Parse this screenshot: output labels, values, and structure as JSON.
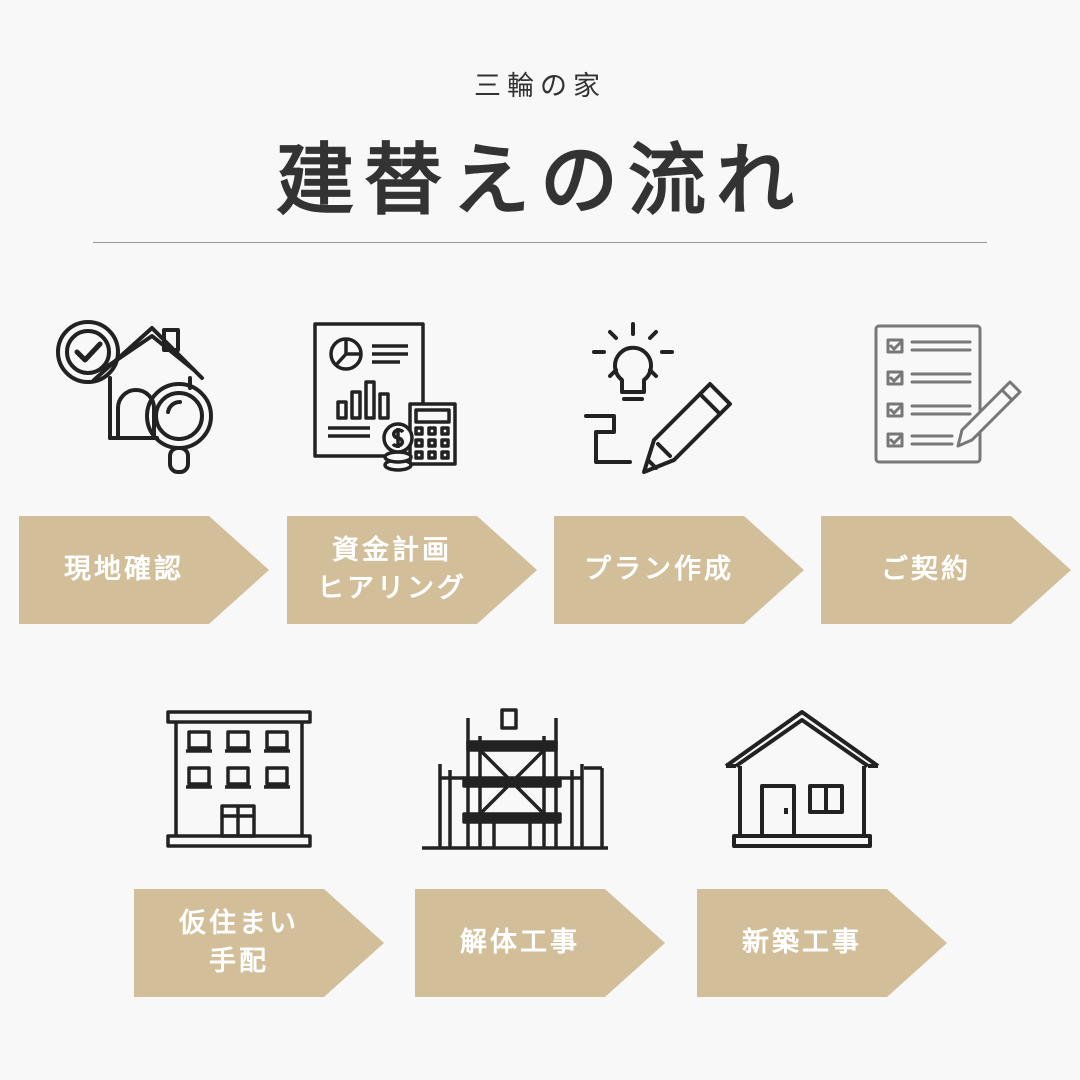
{
  "header": {
    "subtitle": "三輪の家",
    "title": "建替えの流れ"
  },
  "colors": {
    "accent": "#d3be9a",
    "text": "#333333",
    "background": "#f8f8f8"
  },
  "steps": [
    {
      "label": "現地確認",
      "icon": "house-inspection-icon"
    },
    {
      "label": "資金計画\nヒアリング",
      "icon": "financial-plan-icon"
    },
    {
      "label": "プラン作成",
      "icon": "idea-pencil-icon"
    },
    {
      "label": "ご契約",
      "icon": "checklist-contract-icon"
    },
    {
      "label": "仮住まい\n手配",
      "icon": "apartment-building-icon"
    },
    {
      "label": "解体工事",
      "icon": "scaffolding-icon"
    },
    {
      "label": "新築工事",
      "icon": "new-house-icon"
    }
  ]
}
